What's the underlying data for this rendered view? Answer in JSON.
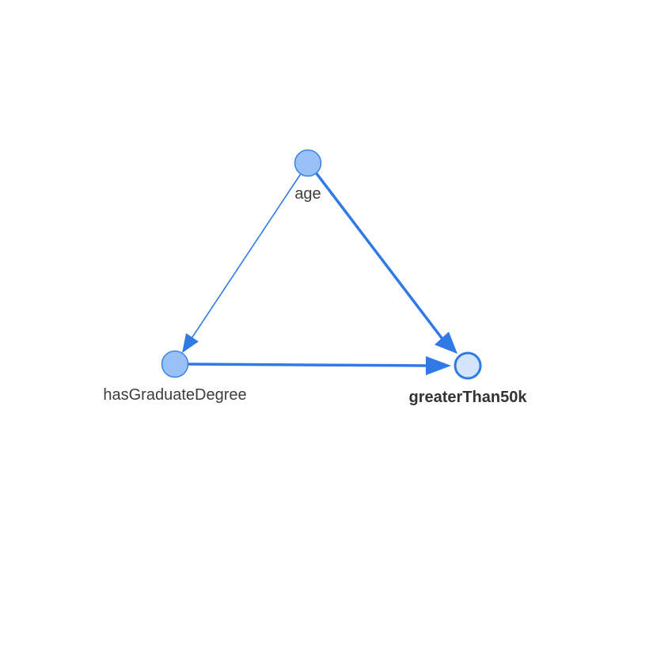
{
  "graph": {
    "nodes": [
      {
        "id": "age",
        "label": "age",
        "role": "cause"
      },
      {
        "id": "hasGraduateDegree",
        "label": "hasGraduateDegree",
        "role": "cause"
      },
      {
        "id": "greaterThan50k",
        "label": "greaterThan50k",
        "role": "target"
      }
    ],
    "edges": [
      {
        "from": "age",
        "to": "hasGraduateDegree",
        "weight": "thin"
      },
      {
        "from": "age",
        "to": "greaterThan50k",
        "weight": "thick"
      },
      {
        "from": "hasGraduateDegree",
        "to": "greaterThan50k",
        "weight": "thick"
      }
    ]
  },
  "colors": {
    "edge": "#2f7ae5",
    "node_fill": "#9ac1f7",
    "node_stroke": "#3b83e6",
    "target_fill": "#d4e5fb",
    "target_stroke": "#2f7ae5",
    "label_text": "#3d3d3d",
    "target_label_text": "#333333",
    "background": "#ffffff"
  }
}
